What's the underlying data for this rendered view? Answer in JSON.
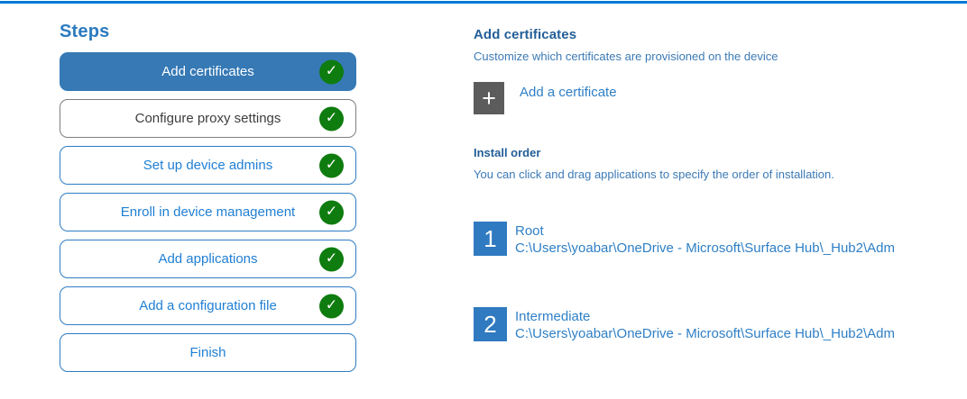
{
  "colors": {
    "accent_bar": "#0078d7",
    "selected_step_bg": "#3679b5",
    "check_green": "#0e7c0e",
    "step_blue_border": "#2e7cc4",
    "heading_blue": "#235e97",
    "body_blue": "#3c7ab5",
    "link_blue": "#2e7fc6",
    "plus_gray": "#5c5c5c",
    "number_square_blue": "#2f7ac0"
  },
  "icons": {
    "check": "✓",
    "plus": "+"
  },
  "steps_panel": {
    "title": "Steps",
    "steps": [
      {
        "label": "Add certificates",
        "state": "selected",
        "checked": true
      },
      {
        "label": "Configure proxy settings",
        "state": "gray",
        "checked": true
      },
      {
        "label": "Set up device admins",
        "state": "blue",
        "checked": true
      },
      {
        "label": "Enroll in device management",
        "state": "blue",
        "checked": true
      },
      {
        "label": "Add applications",
        "state": "blue",
        "checked": true
      },
      {
        "label": "Add a configuration file",
        "state": "blue",
        "checked": true
      },
      {
        "label": "Finish",
        "state": "blue",
        "checked": false
      }
    ]
  },
  "content": {
    "section_title": "Add certificates",
    "section_description": "Customize which certificates are provisioned on the device",
    "add_button": {
      "label": "Add a certificate"
    },
    "install_order": {
      "title": "Install order",
      "description": "You can click and drag applications to specify the order of installation.",
      "items": [
        {
          "order": "1",
          "name": "Root",
          "path": "C:\\Users\\yoabar\\OneDrive - Microsoft\\Surface Hub\\_Hub2\\Adm"
        },
        {
          "order": "2",
          "name": "Intermediate",
          "path": "C:\\Users\\yoabar\\OneDrive - Microsoft\\Surface Hub\\_Hub2\\Adm"
        }
      ]
    }
  }
}
